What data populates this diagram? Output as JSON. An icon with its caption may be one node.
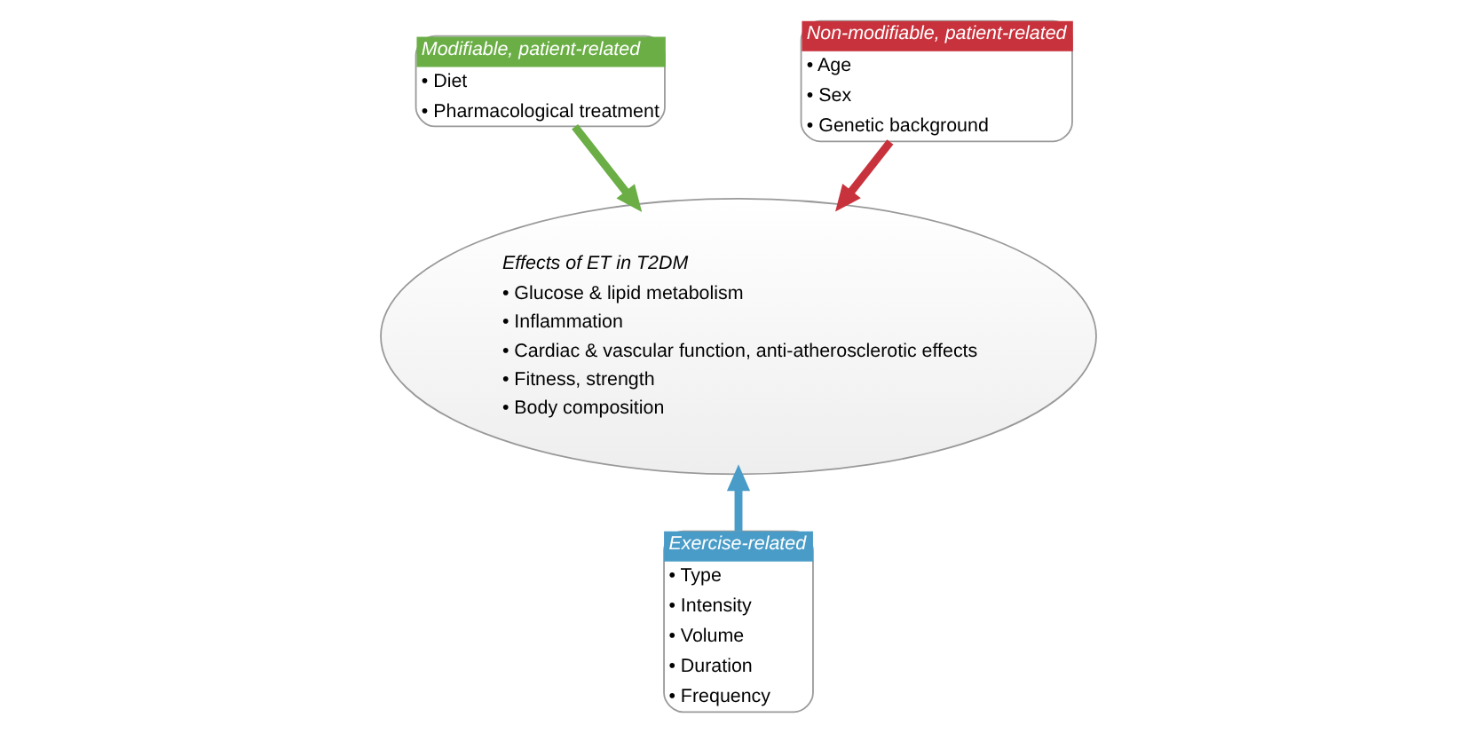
{
  "diagram": {
    "nodes": [
      {
        "text": [
          "Modifiable, patient-related",
          "• Diet",
          "• Pharmacological treatment"
        ]
      },
      {
        "text": [
          "Non-modifiable, patient-related",
          "• Age",
          "• Sex",
          "• Genetic background"
        ]
      },
      {
        "text": [
          "Effects of ET in T2DM",
          "• Glucose & lipid metabolism",
          "• Inflammation",
          "• Cardiac & vascular function, anti-atherosclerotic effects",
          "• Fitness, strength",
          "• Body composition"
        ]
      },
      {
        "text": [
          "Exercise-related",
          "• Type",
          "• Intensity",
          "• Volume",
          "• Duration",
          "• Frequency"
        ]
      }
    ],
    "edges": [
      {
        "from": 0,
        "to": 2,
        "arrow": "to",
        "color": "#6aae45"
      },
      {
        "from": 1,
        "to": 2,
        "arrow": "to",
        "color": "#c8323c"
      },
      {
        "from": 3,
        "to": 2,
        "arrow": "to",
        "color": "#4a9cc8"
      }
    ]
  }
}
